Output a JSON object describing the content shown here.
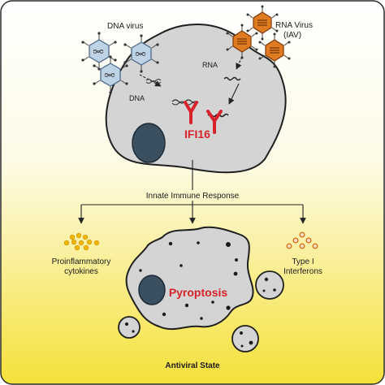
{
  "labels": {
    "dna_virus": "DNA virus",
    "rna_virus_line1": "RNA Virus",
    "rna_virus_line2": "(IAV)",
    "rna": "RNA",
    "dna": "DNA",
    "ifi16": "IFI16",
    "innate_immune_response": "Innate Immune Response",
    "proinflammatory_line1": "Proinflammatory",
    "proinflammatory_line2": "cytokines",
    "interferons_line1": "Type I",
    "interferons_line2": "Interferons",
    "pyroptosis": "Pyroptosis",
    "antiviral_state": "Antiviral State"
  },
  "colors": {
    "frame_stroke": "#2a2a2a",
    "background_top": "#ffffff",
    "background_bottom": "#f5e13a",
    "cell_fill": "#d4d4d4",
    "nucleus_fill": "#3a5060",
    "dna_virus_fill": "#bfd3e6",
    "rna_virus_fill": "#e07b22",
    "receptor_red": "#d8232a",
    "cytokine_dot": "#f2b705",
    "interferon_dot": "#e3701f",
    "dark_dot": "#1a1a1a"
  }
}
